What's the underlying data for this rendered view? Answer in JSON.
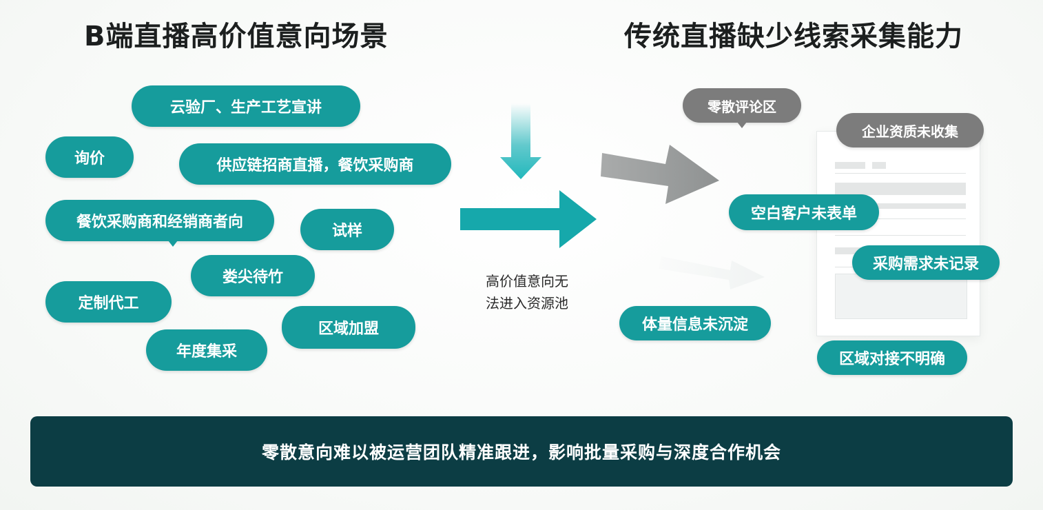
{
  "left": {
    "title": "B端直播高价值意向场景",
    "pills": [
      "云验厂、生产工艺宣讲",
      "询价",
      "供应链招商直播，餐饮采购商",
      "餐饮采购商和经销商者向",
      "试样",
      "娄尖待竹",
      "定制代工",
      "区域加盟",
      "年度集采"
    ]
  },
  "middle": {
    "caption_line1": "高价值意向无",
    "caption_line2": "法进入资源池"
  },
  "right": {
    "title": "传统直播缺少线索采集能力",
    "gray_pills": [
      "零散评论区",
      "企业资质未收集"
    ],
    "pills": [
      "空白客户未表单",
      "采购需求未记录",
      "体量信息未沉淀",
      "区域对接不明确"
    ]
  },
  "banner": "零散意向难以被运营团队精准跟进，影响批量采购与深度合作机会",
  "colors": {
    "teal": "#169c9c",
    "gray": "#7c7c7c",
    "banner_bg": "#0c3d44",
    "title_text": "#1c1f1f"
  }
}
